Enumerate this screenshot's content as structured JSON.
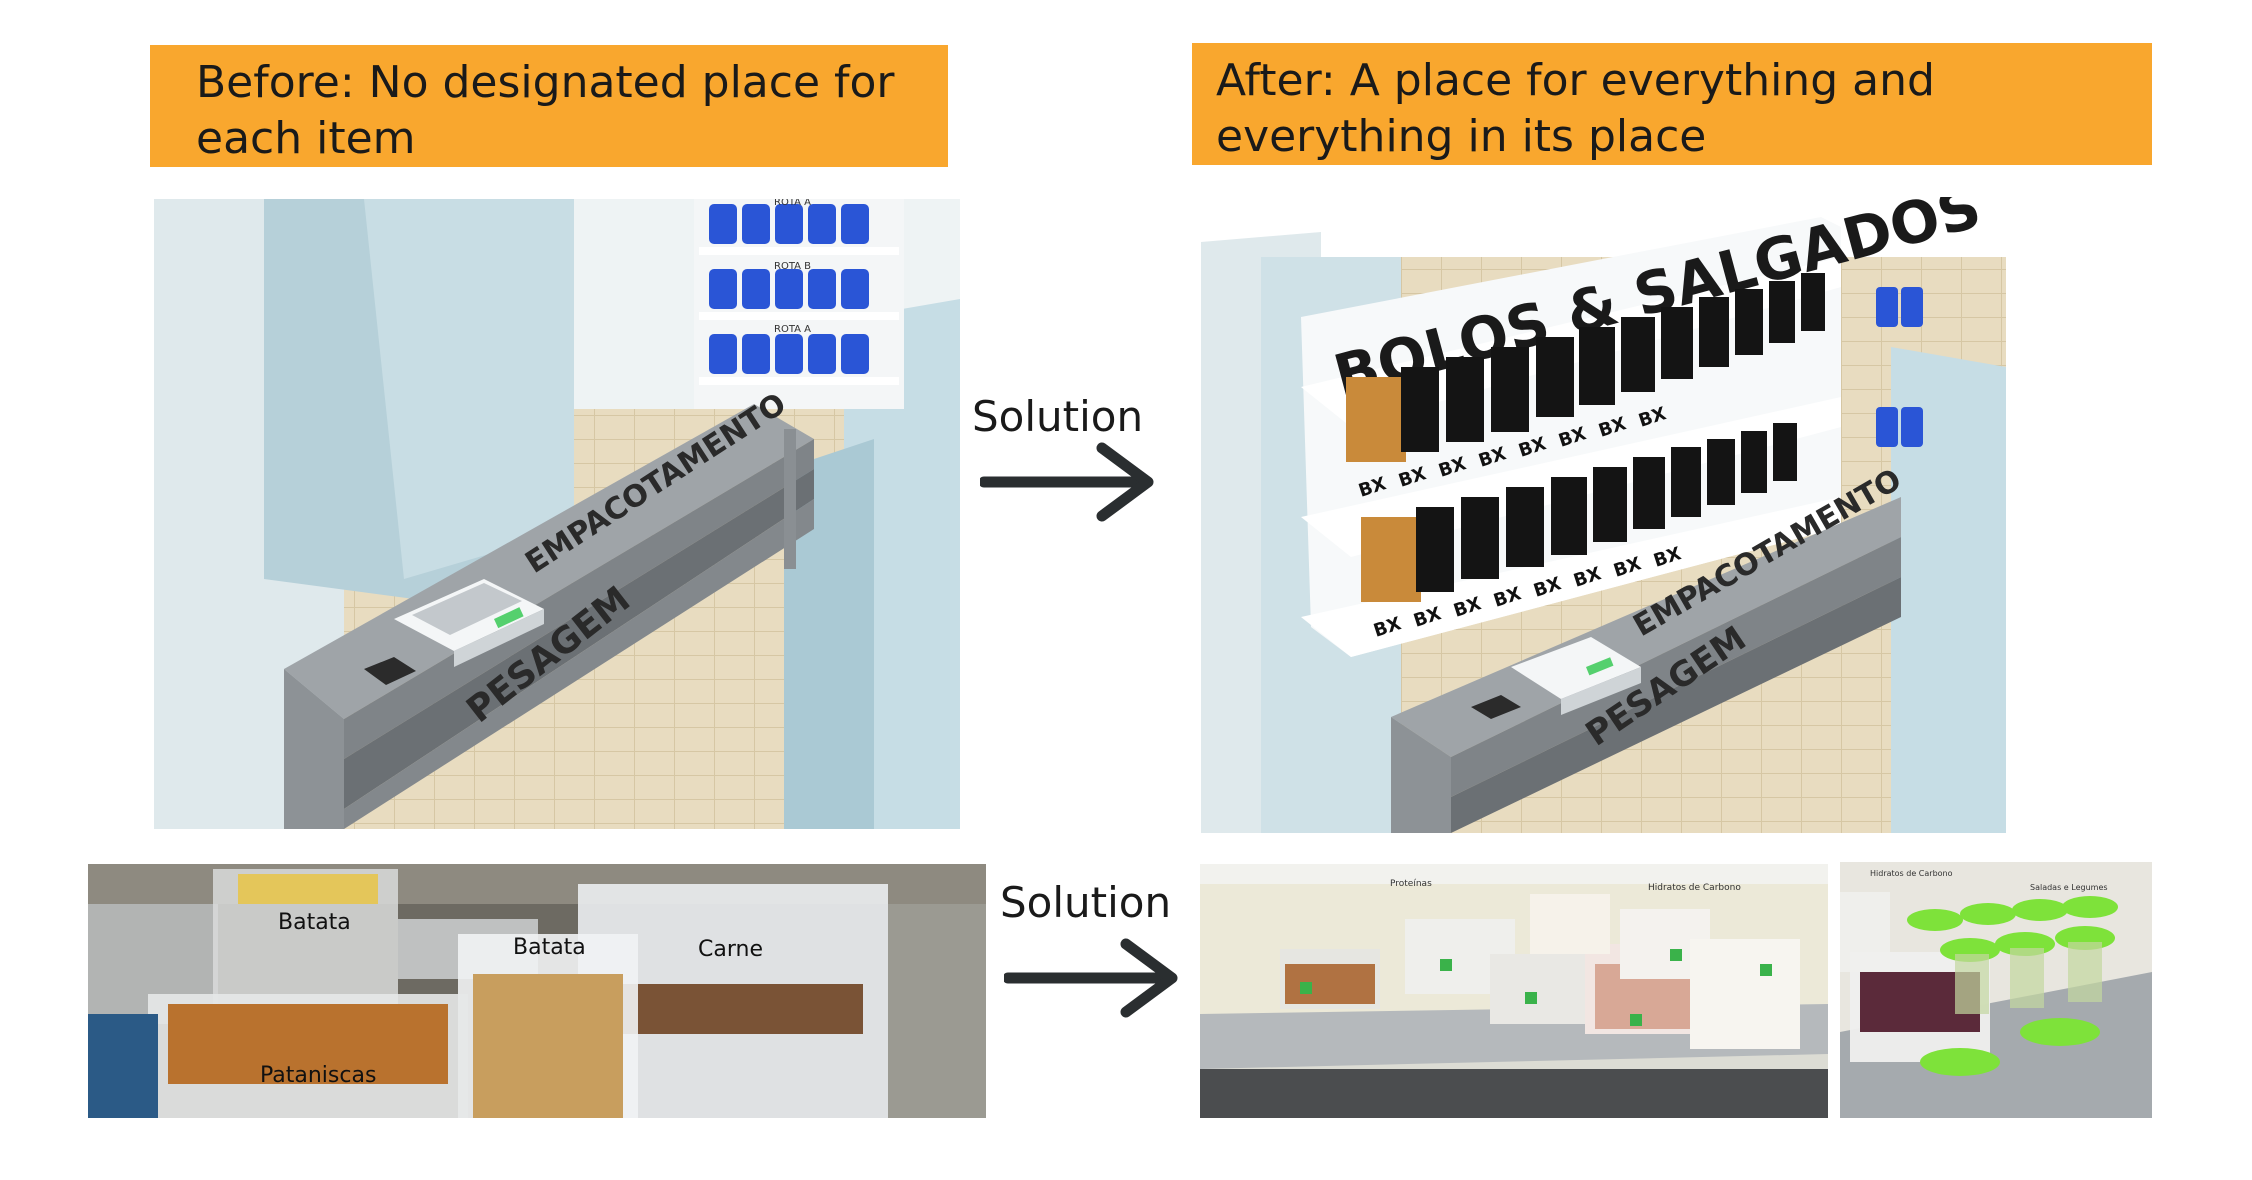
{
  "before": {
    "banner": "Before: No designated place for each item",
    "render": {
      "station_top": "EMPACOTAMENTO",
      "station_bottom": "PESAGEM",
      "rack_labels": [
        "ROTA A",
        "ROTA B",
        "ROTA A"
      ]
    },
    "photo_labels": {
      "batata_1": "Batata",
      "batata_2": "Batata",
      "carne": "Carne",
      "pataniscas": "Pataniscas"
    }
  },
  "after": {
    "banner": "After: A place for everything and everything in its place",
    "render": {
      "sign": "BOLOS & SALGADOS",
      "box_label": "BX",
      "station_top": "EMPACOTAMENTO",
      "station_bottom": "PESAGEM"
    },
    "photo_labels": {
      "proteinas": "Proteínas",
      "hidratos": "Hidratos de Carbono",
      "hidratos_2": "Hidratos de Carbono",
      "saladas": "Saladas e Legumes"
    }
  },
  "arrows": {
    "top_label": "Solution",
    "bottom_label": "Solution"
  },
  "colors": {
    "banner": "#F9A72E",
    "arrow": "#2a2e30",
    "crate": "#2a55d6",
    "bag_orange": "#c98a3a",
    "lid_green": "#7ee23a"
  }
}
